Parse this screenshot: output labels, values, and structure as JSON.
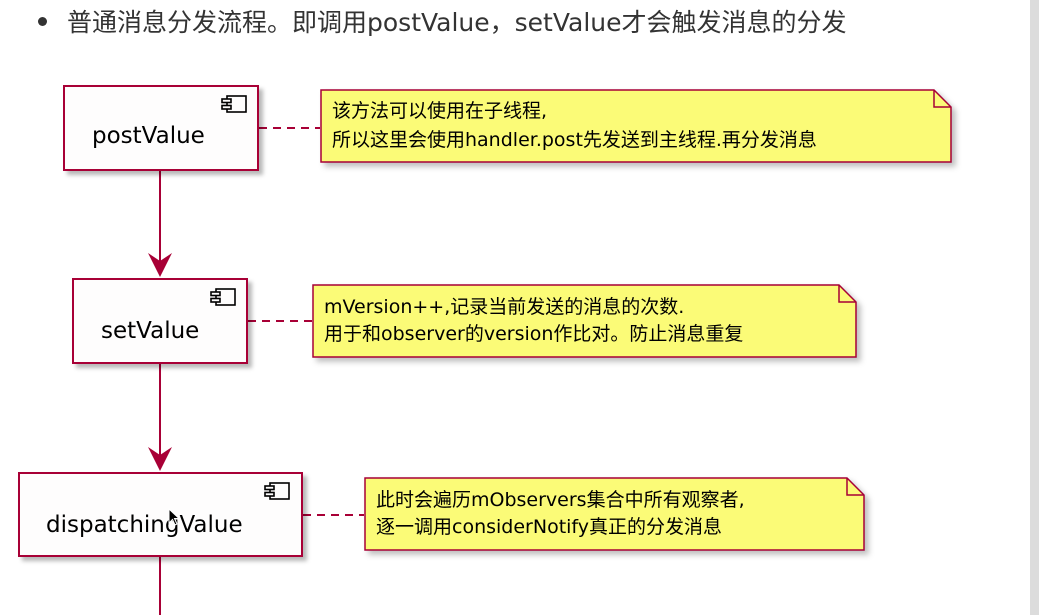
{
  "heading": {
    "text": "普通消息分发流程。即调用postValue，setValue才会触发消息的分发"
  },
  "components": {
    "post": {
      "label": "postValue"
    },
    "set": {
      "label": "setValue"
    },
    "dispatch": {
      "label": "dispatchingValue"
    }
  },
  "notes": {
    "post": {
      "line1": "该方法可以使用在子线程,",
      "line2": "所以这里会使用handler.post先发送到主线程.再分发消息"
    },
    "set": {
      "line1": "mVersion++,记录当前发送的消息的次数.",
      "line2": "用于和observer的version作比对。防止消息重复"
    },
    "dispatch": {
      "line1": "此时会遍历mObservers集合中所有观察者,",
      "line2": "逐一调用considerNotify真正的分发消息"
    }
  },
  "colors": {
    "border": "#a80036",
    "note_fill": "#fbfb77",
    "note_border": "#a80036",
    "text": "#333333"
  }
}
